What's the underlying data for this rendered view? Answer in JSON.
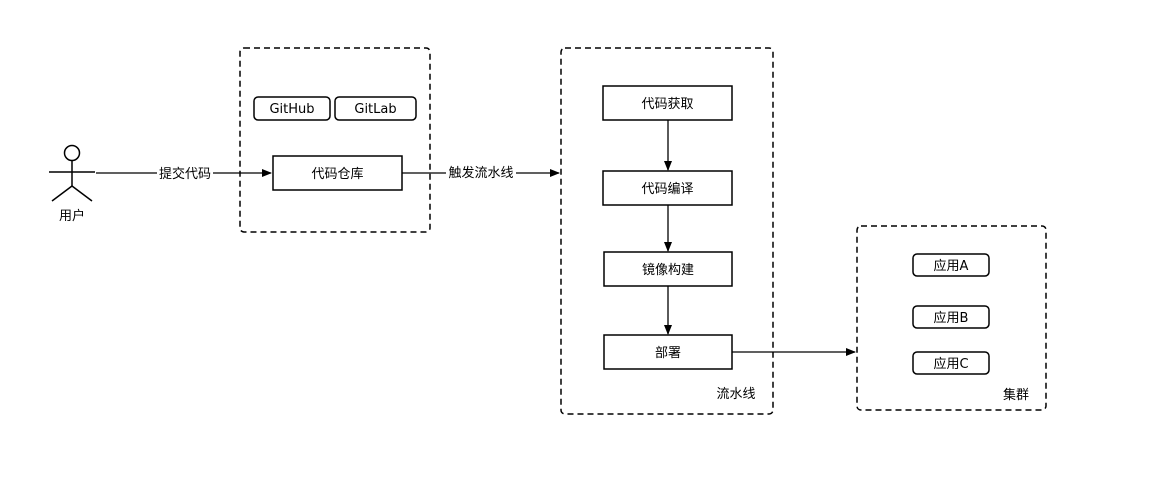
{
  "actor": {
    "label": "用户"
  },
  "groups": {
    "repo": {
      "label": ""
    },
    "pipeline": {
      "label": "流水线"
    },
    "cluster": {
      "label": "集群"
    }
  },
  "nodes": {
    "github": "GitHub",
    "gitlab": "GitLab",
    "code_repo": "代码仓库",
    "fetch": "代码获取",
    "compile": "代码编译",
    "image_build": "镜像构建",
    "deploy": "部署",
    "app_a": "应用A",
    "app_b": "应用B",
    "app_c": "应用C"
  },
  "edges": {
    "submit_code": "提交代码",
    "trigger_pipeline": "触发流水线"
  },
  "colors": {
    "stroke": "#000000",
    "background": "#ffffff"
  }
}
